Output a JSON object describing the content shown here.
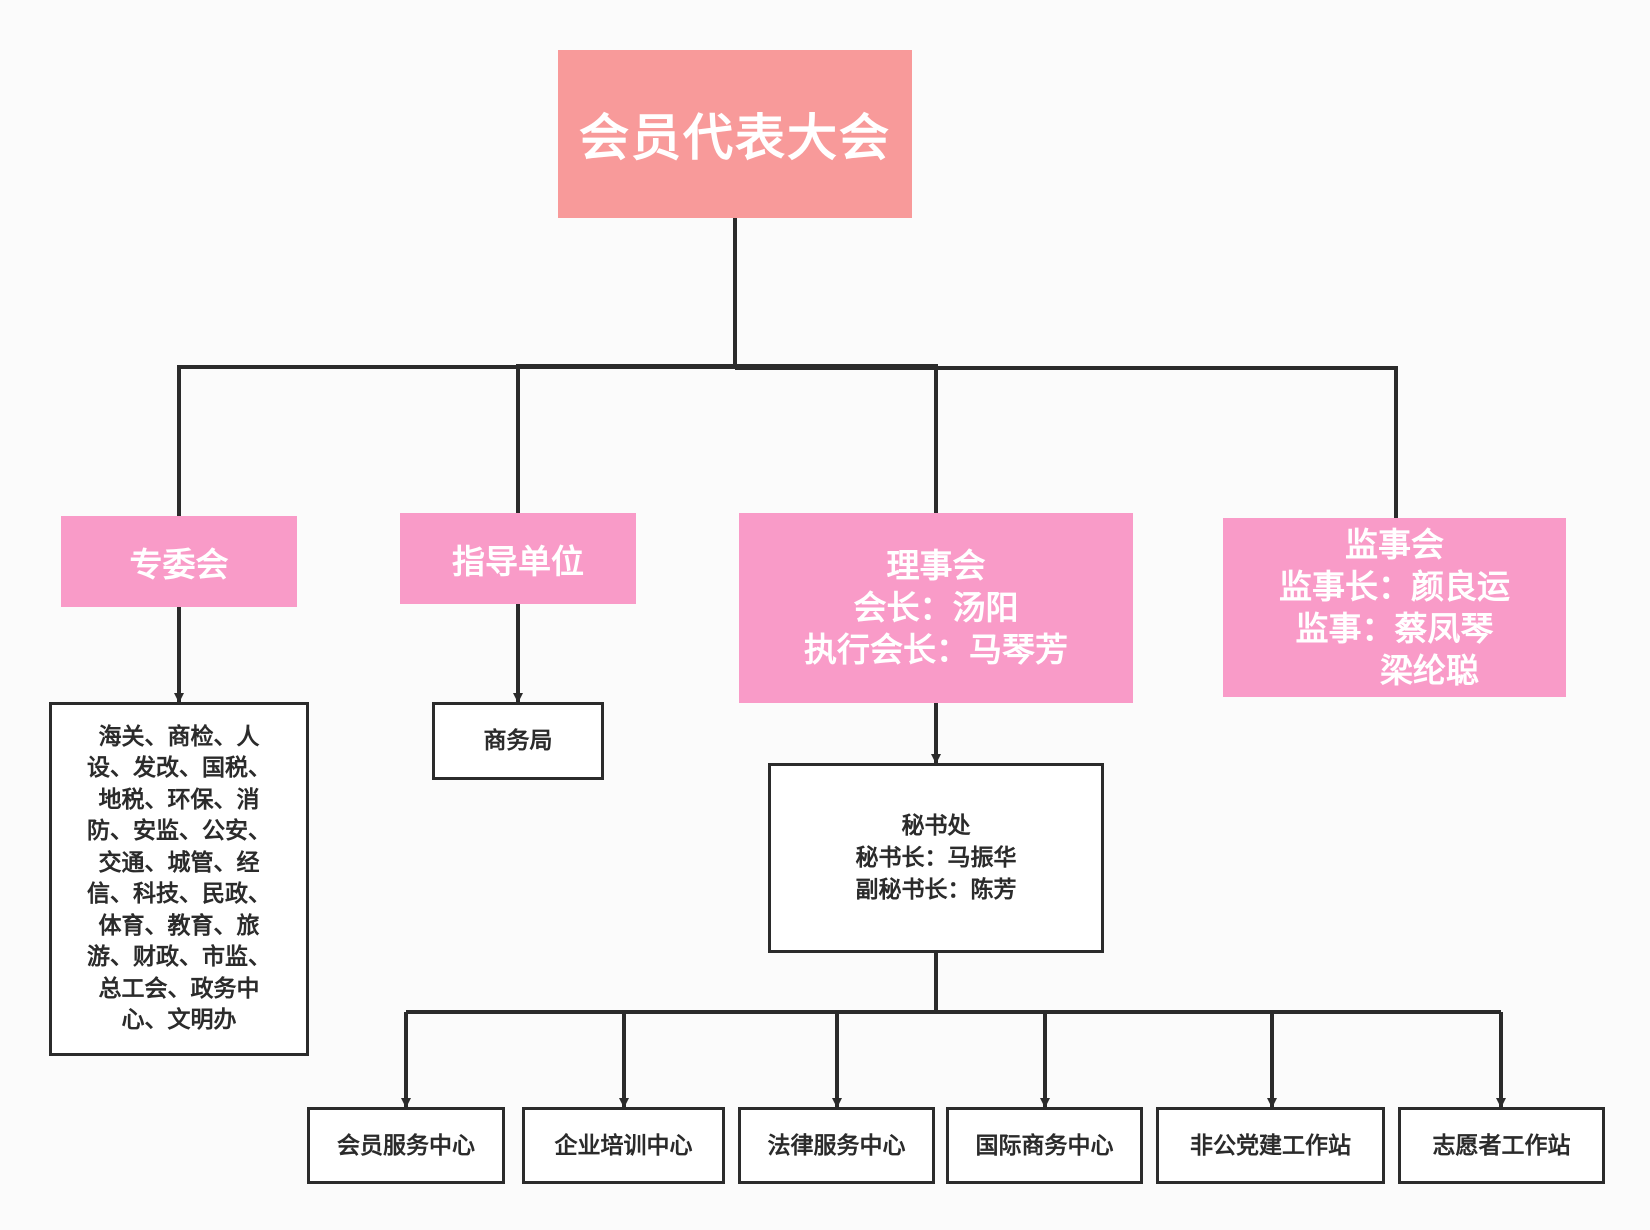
{
  "root": {
    "label": "会员代表大会",
    "color": "#f89a9a"
  },
  "level1": [
    {
      "id": "zhuanweihui",
      "label": "专委会"
    },
    {
      "id": "zhidao",
      "label": "指导单位"
    },
    {
      "id": "lishihui",
      "lines": [
        "理事会",
        "会长：汤阳",
        "执行会长：马琴芳"
      ]
    },
    {
      "id": "jianshihui",
      "lines": [
        "监事会",
        "监事长：颜良运",
        "监事：蔡凤琴",
        "梁纶聪"
      ]
    }
  ],
  "zhuanweihui_members": {
    "lines": [
      "海关、商检、人",
      "设、发改、国税、",
      "地税、环保、消",
      "防、安监、公安、",
      "交通、城管、经",
      "信、科技、民政、",
      "体育、教育、旅",
      "游、财政、市监、",
      "总工会、政务中",
      "心、文明办"
    ]
  },
  "zhidao_unit": {
    "label": "商务局"
  },
  "secretariat": {
    "lines": [
      "秘书处",
      "秘书长：马振华",
      "副秘书长：陈芳"
    ]
  },
  "centers": [
    "会员服务中心",
    "企业培训中心",
    "法律服务中心",
    "国际商务中心",
    "非公党建工作站",
    "志愿者工作站"
  ],
  "colors": {
    "pink": "#f99bc8",
    "red": "#f89a9a",
    "line": "#2b2b2b"
  }
}
